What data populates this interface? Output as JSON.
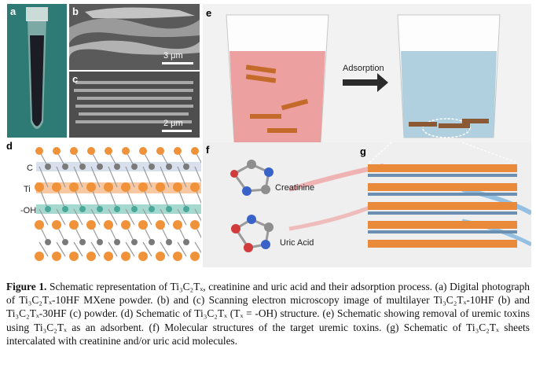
{
  "panels": {
    "a": {
      "label": "a"
    },
    "b": {
      "label": "b",
      "scale": "3 μm"
    },
    "c": {
      "label": "c",
      "scale": "2 μm"
    },
    "d": {
      "label": "d",
      "layer_labels": [
        "C",
        "Ti",
        "-OH"
      ]
    },
    "e": {
      "label": "e",
      "arrow_text": "Adsorption"
    },
    "f": {
      "label": "f",
      "molecules": [
        "Creatinine",
        "Uric Acid"
      ]
    },
    "g": {
      "label": "g"
    }
  },
  "caption": {
    "lead": "Figure 1.",
    "text": " Schematic representation of Ti₃C₂Tₓ, creatinine and uric acid and their adsorption process. (a) Digital photograph of Ti₃C₂Tₓ-10HF MXene powder. (b) and (c) Scanning electron microscopy image of multilayer Ti₃C₂Tₓ-10HF (b) and Ti₃C₂Tₓ-30HF (c) powder. (d) Schematic of Ti₃C₂Tₓ (Tₓ = -OH) structure. (e) Schematic showing removal of uremic toxins using Ti₃C₂Tₓ as an adsorbent. (f) Molecular structures of the target uremic toxins. (g) Schematic of Ti₃C₂Tₓ sheets intercalated with creatinine and/or uric acid molecules."
  },
  "colors": {
    "ti": "#f0923a",
    "c": "#7a7a7a",
    "oh": "#4aa89a",
    "h": "#ffffff",
    "water_pink": "#e88a8a",
    "water_blue": "#9ec3d8"
  }
}
